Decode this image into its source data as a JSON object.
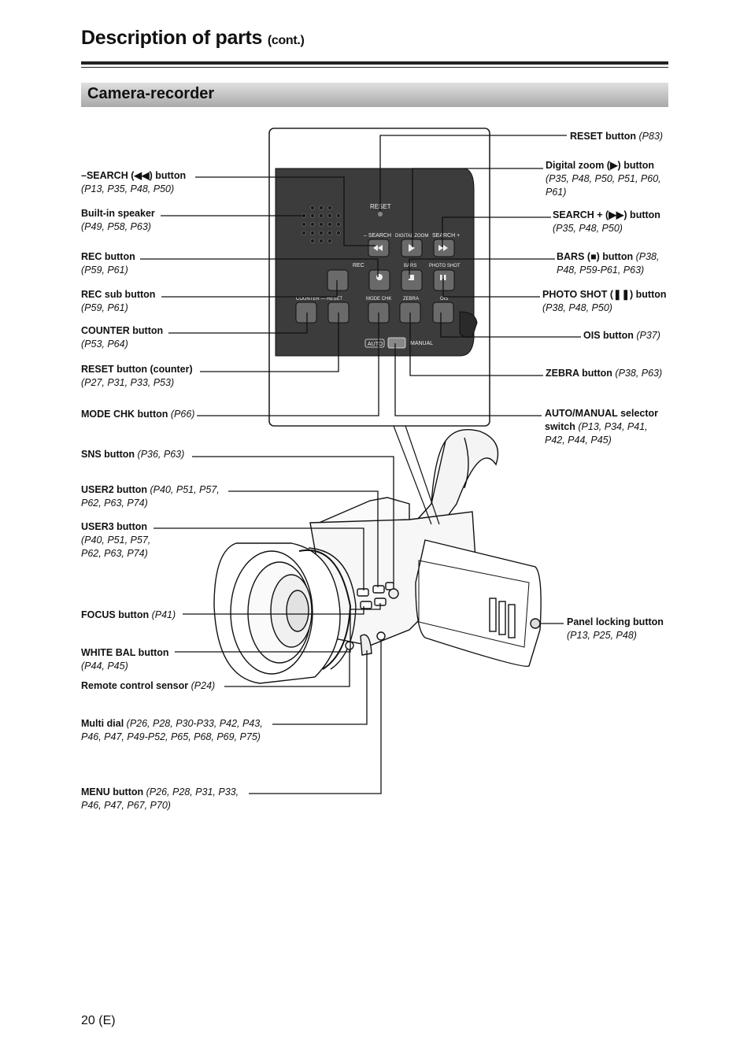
{
  "page": {
    "title": "Description of parts",
    "title_suffix": "(cont.)",
    "section": "Camera-recorder",
    "page_number": "20 (E)"
  },
  "panel": {
    "reset": "RESET",
    "search_minus": "– SEARCH",
    "digital_zoom": "DIGITAL ZOOM",
    "search_plus": "SEARCH +",
    "rec": "REC",
    "bars": "BARS",
    "photo_shot": "PHOTO SHOT",
    "counter": "COUNTER — RESET",
    "mode_chk": "MODE CHK",
    "zebra": "ZEBRA",
    "ois": "OIS",
    "auto": "AUTO",
    "manual": "MANUAL"
  },
  "left": {
    "search_minus": {
      "name": "–SEARCH (◀◀) button",
      "refs": "(P13, P35, P48, P50)"
    },
    "speaker": {
      "name": "Built-in speaker",
      "refs": "(P49, P58, P63)"
    },
    "rec": {
      "name": "REC button",
      "refs": "(P59, P61)"
    },
    "rec_sub": {
      "name": "REC sub button",
      "refs": "(P59, P61)"
    },
    "counter": {
      "name": "COUNTER button",
      "refs": "(P53, P64)"
    },
    "reset_counter": {
      "name": "RESET button (counter)",
      "refs": "(P27, P31, P33, P53)"
    },
    "mode_chk": {
      "name": "MODE CHK button",
      "refs": "(P66)"
    },
    "sns": {
      "name": "SNS button",
      "refs": "(P36, P63)"
    },
    "user2": {
      "name": "USER2 button",
      "refs1": "(P40, P51, P57,",
      "refs2": "P62, P63, P74)"
    },
    "user3": {
      "name": "USER3 button",
      "refs1": "(P40, P51, P57,",
      "refs2": "P62, P63, P74)"
    },
    "focus": {
      "name": "FOCUS button",
      "refs": "(P41)"
    },
    "white_bal": {
      "name": "WHITE BAL button",
      "refs": "(P44, P45)"
    },
    "remote": {
      "name": "Remote control sensor",
      "refs": "(P24)"
    },
    "multi_dial": {
      "name": "Multi dial",
      "refs1": "(P26, P28, P30-P33, P42, P43,",
      "refs2": "P46, P47, P49-P52, P65, P68, P69, P75)"
    },
    "menu": {
      "name": "MENU button",
      "refs1": "(P26, P28, P31, P33,",
      "refs2": "P46, P47, P67, P70)"
    }
  },
  "right": {
    "reset": {
      "name": "RESET button",
      "refs": "(P83)"
    },
    "digital_zoom": {
      "name": "Digital zoom (▶) button",
      "refs1": "(P35, P48, P50, P51, P60,",
      "refs2": "P61)"
    },
    "search_plus": {
      "name": "SEARCH + (▶▶) button",
      "refs": "(P35, P48, P50)"
    },
    "bars": {
      "name": "BARS (■) button",
      "refs1": "(P38,",
      "refs2": "P48, P59-P61, P63)"
    },
    "photo_shot": {
      "name": "PHOTO SHOT (❚❚) button",
      "refs": "(P38, P48, P50)"
    },
    "ois": {
      "name": "OIS button",
      "refs": "(P37)"
    },
    "zebra": {
      "name": "ZEBRA button",
      "refs": "(P38, P63)"
    },
    "auto_manual": {
      "name": "AUTO/MANUAL selector",
      "name2": "switch",
      "refs1": "(P13, P34, P41,",
      "refs2": "P42, P44, P45)"
    },
    "panel_lock": {
      "name": "Panel locking button",
      "refs": "(P13, P25, P48)"
    }
  }
}
